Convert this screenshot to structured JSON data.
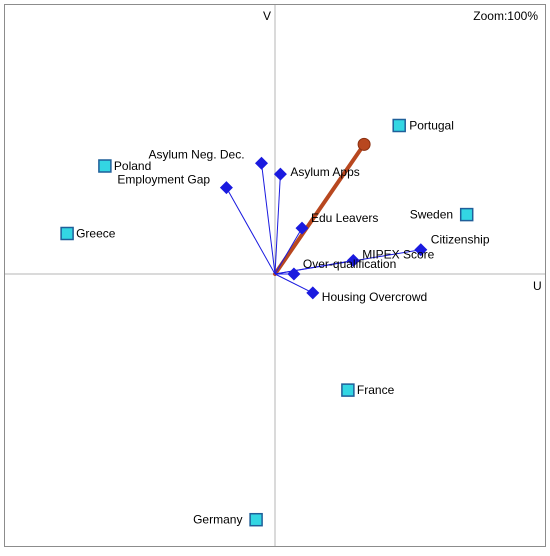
{
  "zoom_label": "Zoom:100%",
  "colors": {
    "frame": "#8c8c8c",
    "axis": "#b4b4b4",
    "variable": "#1a1adf",
    "marker_fill": "#33d6e3",
    "marker_stroke": "#1f5f99",
    "supplementary": "#b8471f"
  },
  "chart_data": {
    "type": "scatter",
    "title": "",
    "xlabel": "U",
    "ylabel": "V",
    "xlim": [
      -1,
      1
    ],
    "ylim": [
      -1,
      1
    ],
    "grid": false,
    "observations": [
      {
        "name": "Portugal",
        "x": 0.46,
        "y": 0.55
      },
      {
        "name": "Poland",
        "x": -0.63,
        "y": 0.4
      },
      {
        "name": "Greece",
        "x": -0.77,
        "y": 0.15
      },
      {
        "name": "Sweden",
        "x": 0.71,
        "y": 0.22
      },
      {
        "name": "France",
        "x": 0.27,
        "y": -0.43
      },
      {
        "name": "Germany",
        "x": -0.07,
        "y": -0.91
      }
    ],
    "variables": [
      {
        "name": "Asylum Neg. Dec.",
        "x": -0.05,
        "y": 0.41
      },
      {
        "name": "Asylum Apps",
        "x": 0.02,
        "y": 0.37
      },
      {
        "name": "Employment Gap",
        "x": -0.18,
        "y": 0.32
      },
      {
        "name": "Edu Leavers",
        "x": 0.1,
        "y": 0.17
      },
      {
        "name": "MIPEX Score",
        "x": 0.29,
        "y": 0.05
      },
      {
        "name": "Citizenship",
        "x": 0.54,
        "y": 0.09
      },
      {
        "name": "Over-qualification",
        "x": 0.07,
        "y": 0.0
      },
      {
        "name": "Housing Overcrowd",
        "x": 0.14,
        "y": -0.07
      }
    ],
    "supplementary_vector": {
      "name": "",
      "x": 0.33,
      "y": 0.48
    }
  }
}
